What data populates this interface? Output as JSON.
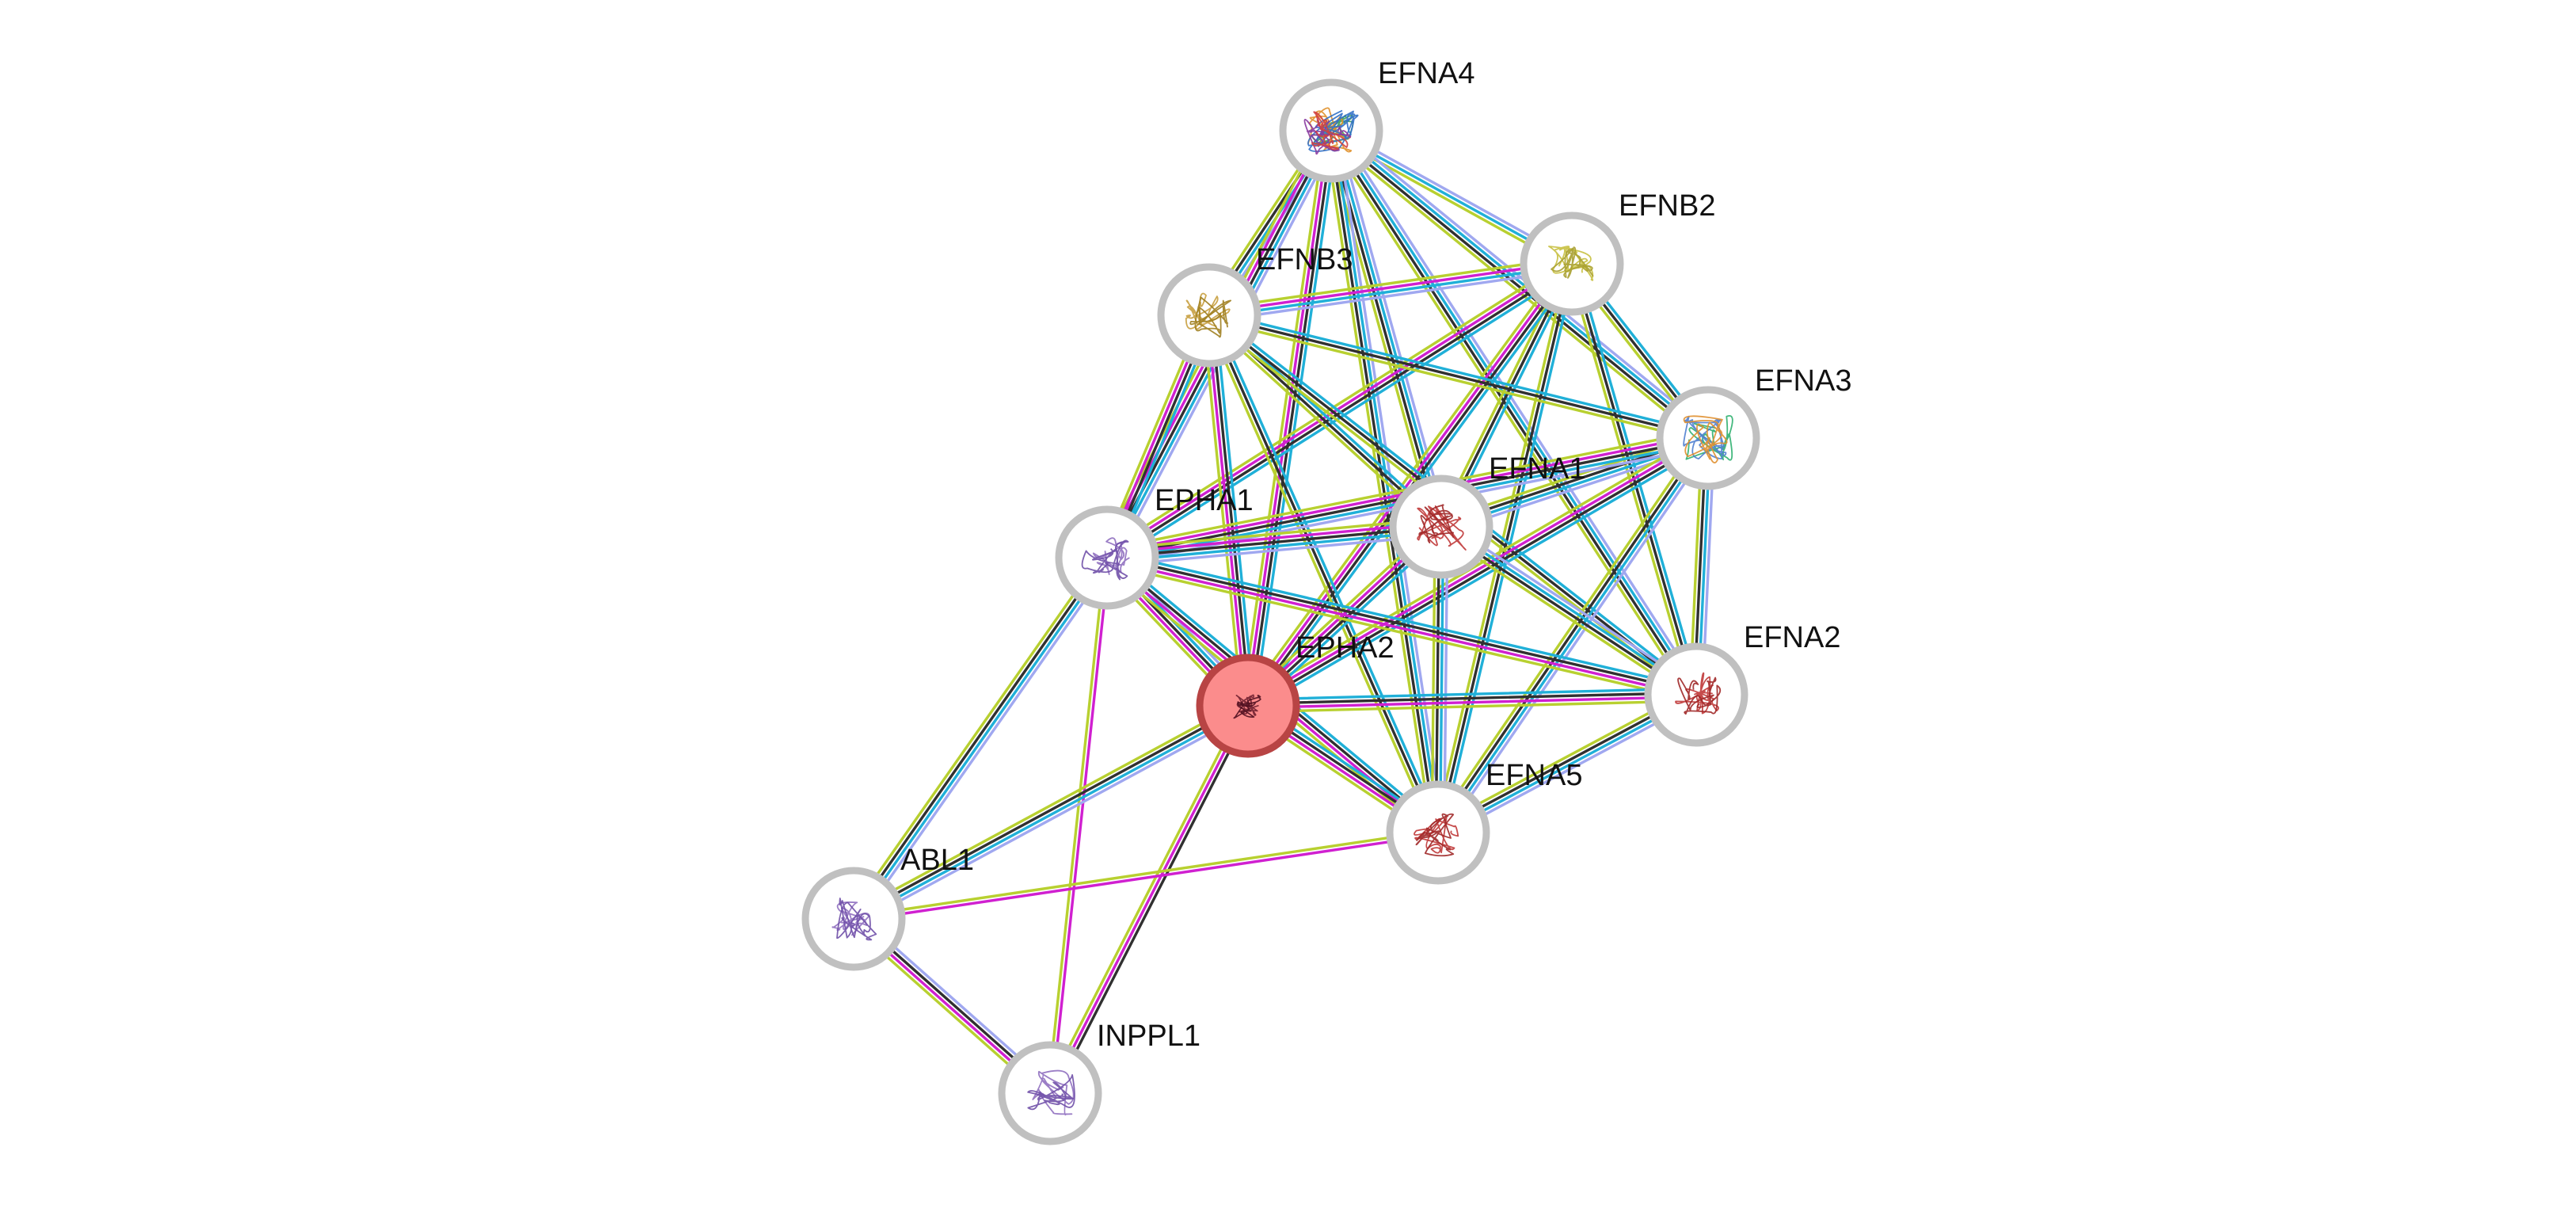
{
  "network": {
    "query_protein": "EPHA2",
    "nodes": [
      {
        "id": "EFNA4",
        "label": "EFNA4",
        "query": false,
        "structure_colors": [
          "#3a9a5c",
          "#e0902a",
          "#3070c8",
          "#8a3aa0",
          "#d04040"
        ]
      },
      {
        "id": "EFNB2",
        "label": "EFNB2",
        "query": false,
        "structure_colors": [
          "#c8c040",
          "#a8a030"
        ]
      },
      {
        "id": "EFNB3",
        "label": "EFNB3",
        "query": false,
        "structure_colors": [
          "#c8a040",
          "#a08020"
        ]
      },
      {
        "id": "EFNA3",
        "label": "EFNA3",
        "query": false,
        "structure_colors": [
          "#30b070",
          "#5080d0",
          "#e09030"
        ]
      },
      {
        "id": "EFNA1",
        "label": "EFNA1",
        "query": false,
        "structure_colors": [
          "#c03838",
          "#a02828"
        ]
      },
      {
        "id": "EPHA1",
        "label": "EPHA1",
        "query": false,
        "structure_colors": [
          "#9070c0",
          "#7050a8"
        ]
      },
      {
        "id": "EPHA2",
        "label": "EPHA2",
        "query": true,
        "structure_colors": [
          "#702030",
          "#501020"
        ]
      },
      {
        "id": "EFNA2",
        "label": "EFNA2",
        "query": false,
        "structure_colors": [
          "#c03838",
          "#a02828"
        ]
      },
      {
        "id": "EFNA5",
        "label": "EFNA5",
        "query": false,
        "structure_colors": [
          "#c03838",
          "#a02828"
        ]
      },
      {
        "id": "ABL1",
        "label": "ABL1",
        "query": false,
        "structure_colors": [
          "#9070c0",
          "#7050a8"
        ]
      },
      {
        "id": "INPPL1",
        "label": "INPPL1",
        "query": false,
        "structure_colors": [
          "#9070c0",
          "#7050a8"
        ]
      }
    ],
    "evidence_colors": {
      "purple-lavender": "#a0a8f0",
      "cyan": "#20b0d8",
      "black": "#303030",
      "magenta": "#d020d0",
      "yellow-green": "#b8d030",
      "blue": "#3040e8"
    },
    "edges": [
      {
        "source": "EFNA4",
        "target": "EFNB2",
        "evidence": [
          "purple-lavender",
          "cyan",
          "yellow-green"
        ]
      },
      {
        "source": "EFNA4",
        "target": "EFNB3",
        "evidence": [
          "purple-lavender",
          "cyan",
          "black",
          "yellow-green"
        ]
      },
      {
        "source": "EFNA4",
        "target": "EFNA3",
        "evidence": [
          "purple-lavender",
          "cyan",
          "black",
          "yellow-green"
        ]
      },
      {
        "source": "EFNA4",
        "target": "EFNA1",
        "evidence": [
          "purple-lavender",
          "cyan",
          "black",
          "yellow-green"
        ]
      },
      {
        "source": "EFNA4",
        "target": "EPHA1",
        "evidence": [
          "purple-lavender",
          "cyan",
          "black",
          "magenta",
          "yellow-green"
        ]
      },
      {
        "source": "EFNA4",
        "target": "EPHA2",
        "evidence": [
          "cyan",
          "black",
          "magenta",
          "yellow-green"
        ]
      },
      {
        "source": "EFNA4",
        "target": "EFNA2",
        "evidence": [
          "purple-lavender",
          "cyan",
          "black",
          "yellow-green"
        ]
      },
      {
        "source": "EFNA4",
        "target": "EFNA5",
        "evidence": [
          "purple-lavender",
          "cyan",
          "black",
          "yellow-green"
        ]
      },
      {
        "source": "EFNB2",
        "target": "EFNB3",
        "evidence": [
          "purple-lavender",
          "cyan",
          "magenta",
          "yellow-green"
        ]
      },
      {
        "source": "EFNB2",
        "target": "EFNA3",
        "evidence": [
          "cyan",
          "black",
          "yellow-green"
        ]
      },
      {
        "source": "EFNB2",
        "target": "EFNA1",
        "evidence": [
          "cyan",
          "black",
          "yellow-green"
        ]
      },
      {
        "source": "EFNB2",
        "target": "EPHA1",
        "evidence": [
          "cyan",
          "black",
          "magenta",
          "yellow-green"
        ]
      },
      {
        "source": "EFNB2",
        "target": "EPHA2",
        "evidence": [
          "cyan",
          "black",
          "magenta",
          "yellow-green"
        ]
      },
      {
        "source": "EFNB2",
        "target": "EFNA2",
        "evidence": [
          "cyan",
          "black",
          "yellow-green"
        ]
      },
      {
        "source": "EFNB2",
        "target": "EFNA5",
        "evidence": [
          "cyan",
          "black",
          "yellow-green"
        ]
      },
      {
        "source": "EFNB3",
        "target": "EFNA3",
        "evidence": [
          "cyan",
          "black",
          "yellow-green"
        ]
      },
      {
        "source": "EFNB3",
        "target": "EFNA1",
        "evidence": [
          "cyan",
          "black",
          "yellow-green"
        ]
      },
      {
        "source": "EFNB3",
        "target": "EPHA1",
        "evidence": [
          "cyan",
          "black",
          "magenta",
          "yellow-green"
        ]
      },
      {
        "source": "EFNB3",
        "target": "EPHA2",
        "evidence": [
          "cyan",
          "black",
          "magenta",
          "yellow-green"
        ]
      },
      {
        "source": "EFNB3",
        "target": "EFNA2",
        "evidence": [
          "cyan",
          "black",
          "yellow-green"
        ]
      },
      {
        "source": "EFNB3",
        "target": "EFNA5",
        "evidence": [
          "cyan",
          "black",
          "yellow-green"
        ]
      },
      {
        "source": "EFNA3",
        "target": "EFNA1",
        "evidence": [
          "purple-lavender",
          "cyan",
          "black",
          "yellow-green"
        ]
      },
      {
        "source": "EFNA3",
        "target": "EPHA1",
        "evidence": [
          "purple-lavender",
          "cyan",
          "black",
          "magenta",
          "yellow-green"
        ]
      },
      {
        "source": "EFNA3",
        "target": "EPHA2",
        "evidence": [
          "cyan",
          "black",
          "magenta",
          "yellow-green"
        ]
      },
      {
        "source": "EFNA3",
        "target": "EFNA2",
        "evidence": [
          "purple-lavender",
          "cyan",
          "black",
          "yellow-green"
        ]
      },
      {
        "source": "EFNA3",
        "target": "EFNA5",
        "evidence": [
          "purple-lavender",
          "cyan",
          "black",
          "yellow-green"
        ]
      },
      {
        "source": "EFNA1",
        "target": "EPHA1",
        "evidence": [
          "purple-lavender",
          "cyan",
          "black",
          "magenta",
          "yellow-green"
        ]
      },
      {
        "source": "EFNA1",
        "target": "EPHA2",
        "evidence": [
          "cyan",
          "black",
          "magenta",
          "yellow-green"
        ]
      },
      {
        "source": "EFNA1",
        "target": "EFNA2",
        "evidence": [
          "purple-lavender",
          "cyan",
          "black",
          "yellow-green"
        ]
      },
      {
        "source": "EFNA1",
        "target": "EFNA5",
        "evidence": [
          "purple-lavender",
          "cyan",
          "black",
          "yellow-green"
        ]
      },
      {
        "source": "EPHA1",
        "target": "EPHA2",
        "evidence": [
          "purple-lavender",
          "cyan",
          "black",
          "magenta",
          "yellow-green"
        ]
      },
      {
        "source": "EPHA1",
        "target": "EFNA2",
        "evidence": [
          "cyan",
          "black",
          "magenta",
          "yellow-green"
        ]
      },
      {
        "source": "EPHA1",
        "target": "EFNA5",
        "evidence": [
          "cyan",
          "black",
          "magenta",
          "yellow-green"
        ]
      },
      {
        "source": "EPHA1",
        "target": "ABL1",
        "evidence": [
          "purple-lavender",
          "cyan",
          "black",
          "yellow-green"
        ]
      },
      {
        "source": "EPHA1",
        "target": "INPPL1",
        "evidence": [
          "magenta",
          "yellow-green"
        ]
      },
      {
        "source": "EPHA2",
        "target": "EFNA2",
        "evidence": [
          "cyan",
          "black",
          "magenta",
          "yellow-green"
        ]
      },
      {
        "source": "EPHA2",
        "target": "EFNA5",
        "evidence": [
          "cyan",
          "black",
          "magenta",
          "yellow-green"
        ]
      },
      {
        "source": "EPHA2",
        "target": "ABL1",
        "evidence": [
          "purple-lavender",
          "cyan",
          "black",
          "yellow-green"
        ]
      },
      {
        "source": "EPHA2",
        "target": "INPPL1",
        "evidence": [
          "black",
          "magenta",
          "yellow-green"
        ]
      },
      {
        "source": "EFNA2",
        "target": "EFNA5",
        "evidence": [
          "purple-lavender",
          "cyan",
          "black",
          "yellow-green"
        ]
      },
      {
        "source": "EFNA5",
        "target": "ABL1",
        "evidence": [
          "magenta",
          "yellow-green"
        ]
      },
      {
        "source": "ABL1",
        "target": "INPPL1",
        "evidence": [
          "purple-lavender",
          "black",
          "magenta",
          "yellow-green"
        ]
      }
    ]
  }
}
